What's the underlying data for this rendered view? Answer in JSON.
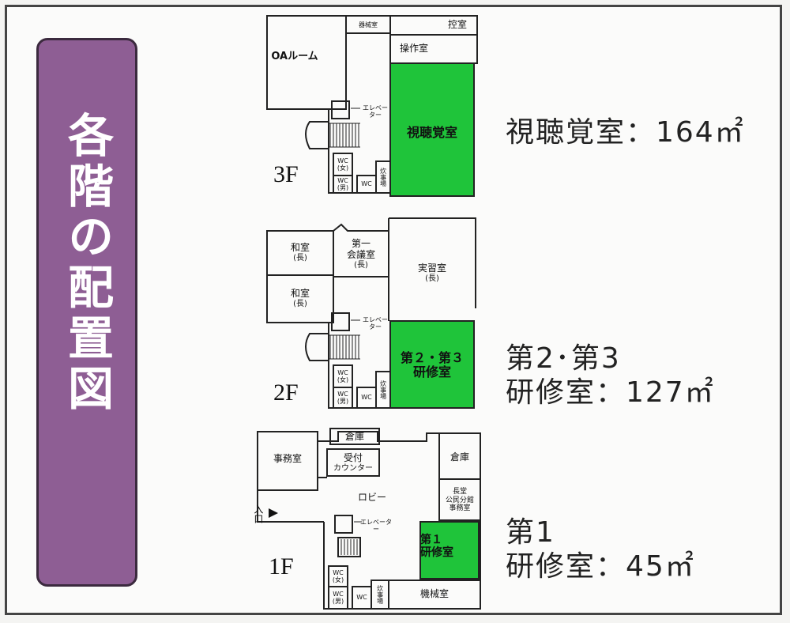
{
  "title": "各階の配置図",
  "colors": {
    "panel": "#8e5e94",
    "highlight": "#1fc43a"
  },
  "floors": {
    "f3": {
      "label": "3F",
      "rooms": {
        "oa": "OAルーム",
        "storage": "器械室",
        "waiting": "控室",
        "control": "操作室",
        "av": "視聴覚室",
        "elevator": "エレベーター",
        "wc_f": "WC",
        "wc_f_sub": "(女)",
        "wc_m": "WC",
        "wc_m_sub": "(男)",
        "wc": "WC",
        "kitchen": "炊事場"
      },
      "area_name": "視聴覚室：164",
      "area_unit": "㎡"
    },
    "f2": {
      "label": "2F",
      "rooms": {
        "washitsu1": "和室",
        "washitsu1_sub": "(長)",
        "washitsu2": "和室",
        "washitsu2_sub": "(長)",
        "conf_line1": "第一",
        "conf_line2": "会議室",
        "conf_sub": "(長)",
        "practice": "実習室",
        "practice_sub": "(長)",
        "training_line1": "第２・第３",
        "training_line2": "研修室",
        "elevator": "エレベーター",
        "wc_f": "WC",
        "wc_f_sub": "(女)",
        "wc_m": "WC",
        "wc_m_sub": "(男)",
        "wc": "WC",
        "kitchen": "炊事場"
      },
      "area_line1": "第2･第3",
      "area_line2": "研修室：127",
      "area_unit": "㎡"
    },
    "f1": {
      "label": "1F",
      "rooms": {
        "office": "事務室",
        "storage1": "倉庫",
        "reception_line1": "受付",
        "reception_line2": "カウンター",
        "storage2": "倉庫",
        "branch_line1": "長堂",
        "branch_line2": "公民分館",
        "branch_line3": "事務室",
        "lobby": "ロビー",
        "entrance": "入口",
        "elevator": "エレベーター",
        "training_line1": "第１",
        "training_line2": "研修室",
        "wc_f": "WC",
        "wc_f_sub": "(女)",
        "wc_m": "WC",
        "wc_m_sub": "(男)",
        "wc": "WC",
        "kitchen": "炊事場",
        "machine": "機械室"
      },
      "area_line1": "第1",
      "area_line2": "研修室：45",
      "area_unit": "㎡"
    }
  }
}
